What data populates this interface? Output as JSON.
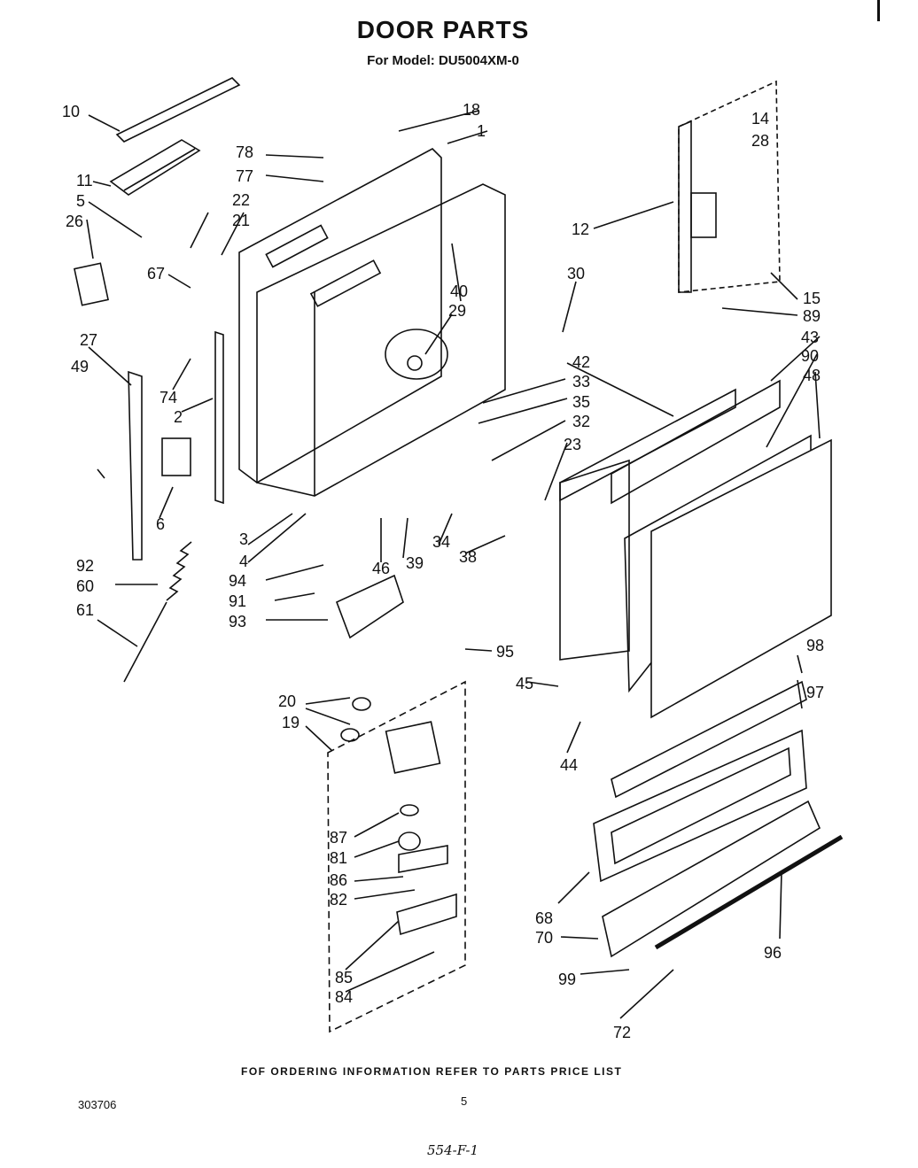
{
  "header": {
    "title": "DOOR PARTS",
    "model_line": "For Model: DU5004XM-0"
  },
  "footer": {
    "ordering_note": "FOF ORDERING INFORMATION REFER TO PARTS PRICE LIST",
    "doc_number": "303706",
    "page_number": "5",
    "handwritten_note": "554-F-1"
  },
  "callouts": [
    "10",
    "18",
    "1",
    "14",
    "28",
    "78",
    "77",
    "11",
    "22",
    "5",
    "21",
    "26",
    "12",
    "67",
    "40",
    "30",
    "15",
    "29",
    "89",
    "43",
    "27",
    "90",
    "42",
    "48",
    "33",
    "49",
    "74",
    "35",
    "32",
    "2",
    "23",
    "6",
    "3",
    "34",
    "38",
    "4",
    "46",
    "39",
    "92",
    "94",
    "60",
    "91",
    "93",
    "61",
    "95",
    "98",
    "45",
    "20",
    "97",
    "19",
    "44",
    "87",
    "81",
    "86",
    "82",
    "68",
    "70",
    "96",
    "99",
    "85",
    "84",
    "72"
  ]
}
